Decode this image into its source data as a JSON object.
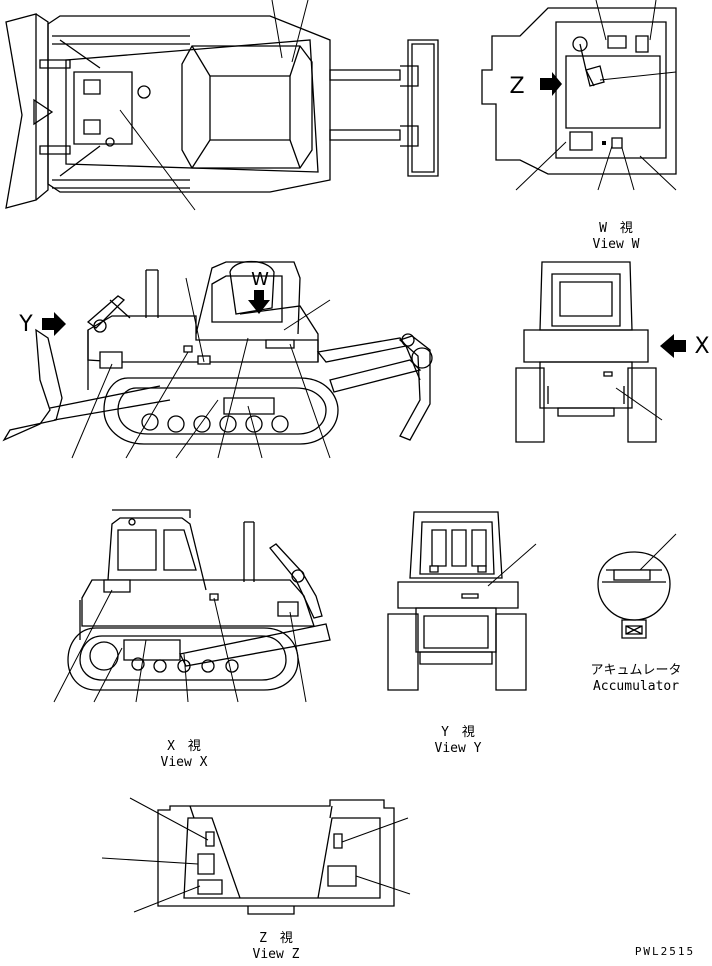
{
  "views": {
    "w": {
      "title_jp": "W　視",
      "title_en": "View W"
    },
    "x": {
      "title_jp": "X　視",
      "title_en": "View X"
    },
    "y": {
      "title_jp": "Y　視",
      "title_en": "View Y"
    },
    "z": {
      "title_jp": "Z　視",
      "title_en": "View Z"
    },
    "accumulator": {
      "title_jp": "アキュムレータ",
      "title_en": "Accumulator"
    }
  },
  "markers": {
    "w": "W",
    "x": "X",
    "y": "Y",
    "z": "Z"
  },
  "drawing_number": "PWL2515"
}
